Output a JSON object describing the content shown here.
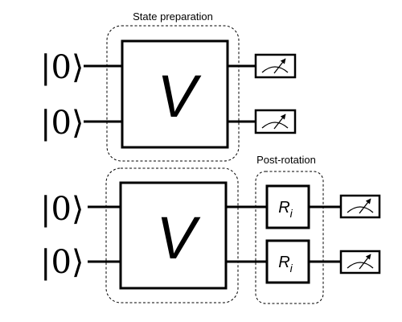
{
  "labels": {
    "state_preparation": "State preparation",
    "post_rotation": "Post-rotation"
  },
  "kets": [
    "|0⟩",
    "|0⟩",
    "|0⟩",
    "|0⟩"
  ],
  "gates": {
    "v_label": "V",
    "r_label": "R",
    "r_subscript": "i"
  },
  "icons": {
    "measurement": "meter-icon"
  }
}
